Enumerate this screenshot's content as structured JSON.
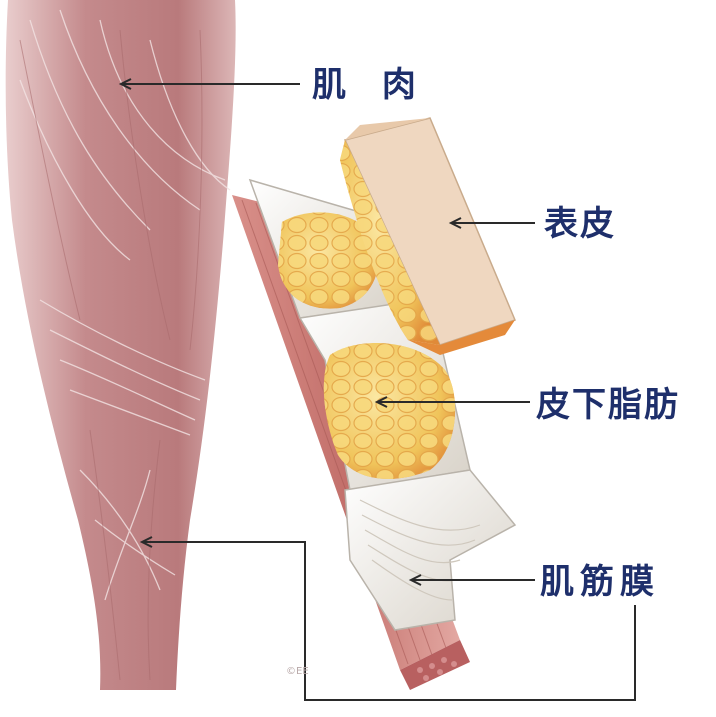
{
  "labels": {
    "muscle": "肌 肉",
    "epidermis": "表皮",
    "subcutaneous_fat": "皮下脂肪",
    "fascia": "肌筋膜"
  },
  "watermark": "©EE",
  "colors": {
    "label_text": "#1e2f6b",
    "pointer_line": "#2a2a2a",
    "muscle": "#c98c8c",
    "muscle_dark": "#a5625f",
    "fat": "#f0c45a",
    "fat_orange": "#e48a3a",
    "skin_surface": "#efd7c0",
    "fascia": "#eeeae3"
  }
}
